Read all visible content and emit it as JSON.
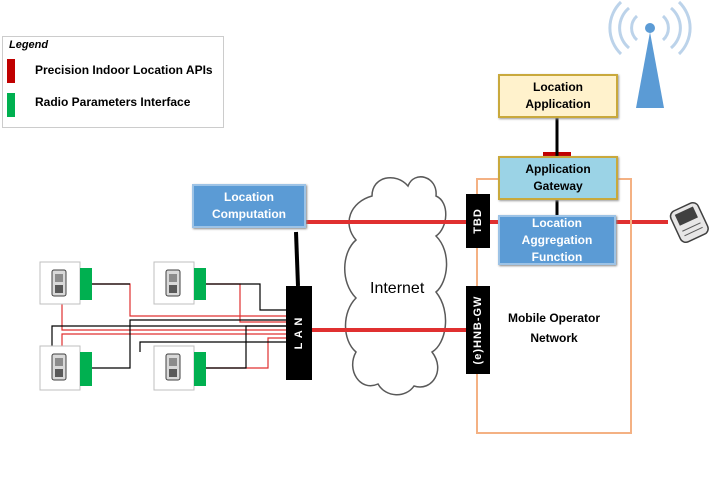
{
  "legend": {
    "title": "Legend",
    "items": [
      {
        "label": "Precision Indoor Location APIs",
        "color": "#c00000"
      },
      {
        "label": "Radio Parameters Interface",
        "color": "#00b050"
      }
    ]
  },
  "boxes": {
    "location_computation": "Location Computation",
    "location_application": "Location Application",
    "application_gateway": "Application Gateway",
    "location_aggregation": "Location Aggregation Function"
  },
  "bars": {
    "lan": "L A N",
    "tbd": "TBD",
    "hnb_gw": "(e)HNB-GW"
  },
  "cloud_label": "Internet",
  "operator_label": "Mobile Operator Network",
  "colors": {
    "api_line": "#e03030",
    "radio_line": "#00b050",
    "box_blue": "#5b9bd5",
    "frame": "#f4b183"
  },
  "icons": [
    "phone-icon",
    "cell-tower-icon",
    "mobile-device-icon"
  ]
}
